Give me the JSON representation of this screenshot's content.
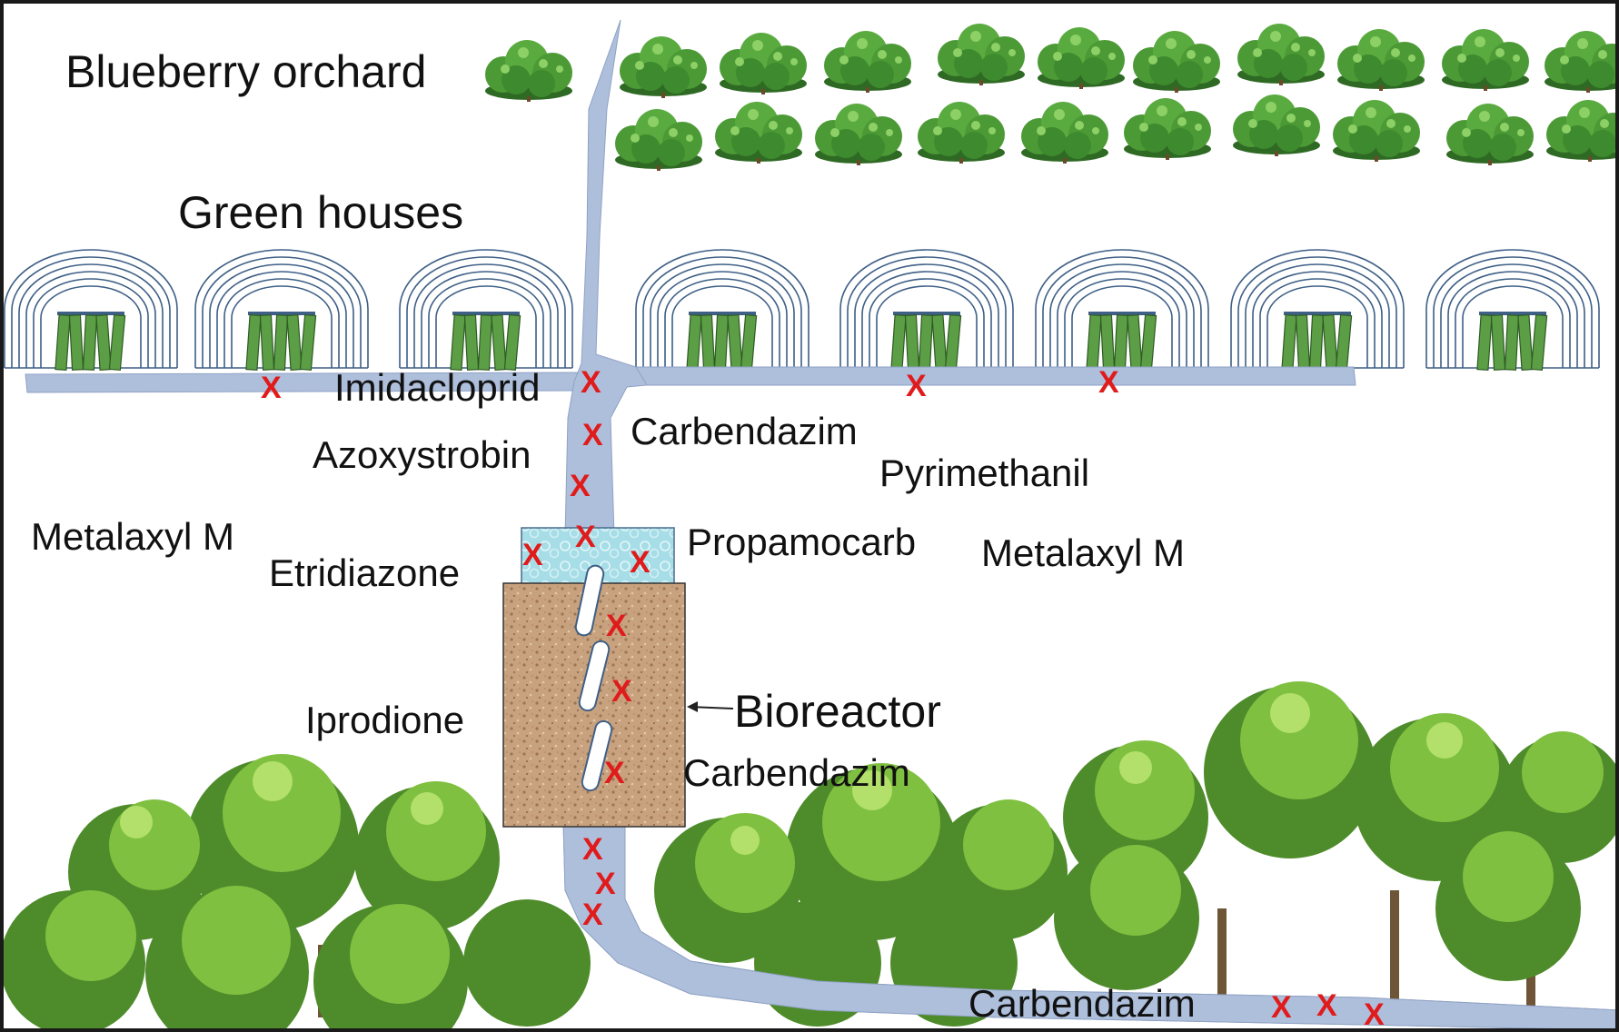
{
  "labels": {
    "orchard": "Blueberry orchard",
    "greenhouses": "Green houses",
    "bioreactor": "Bioreactor"
  },
  "pesticides": {
    "imidacloprid": "Imidacloprid",
    "carbendazim_top": "Carbendazim",
    "azoxystrobin": "Azoxystrobin",
    "pyrimethanil": "Pyrimethanil",
    "metalaxyl_left": "Metalaxyl M",
    "propamocarb": "Propamocarb",
    "metalaxyl_right": "Metalaxyl M",
    "etridiazone": "Etridiazone",
    "iprodione": "Iprodione",
    "carbendazim_bioreactor": "Carbendazim",
    "carbendazim_outflow": "Carbendazim"
  },
  "markers": {
    "symbol": "X",
    "color": "#e01b1b"
  },
  "colors": {
    "water": "#aebfdc",
    "greenhouse_frame": "#3e5f86",
    "plant_bar": "#5c9e45",
    "bioreactor_fill": "#c9a37f",
    "filter_layer": "#a4dde6",
    "shrub": "#4f9d3a",
    "tree": "#7bbf3e",
    "border": "#1a1a1a"
  }
}
